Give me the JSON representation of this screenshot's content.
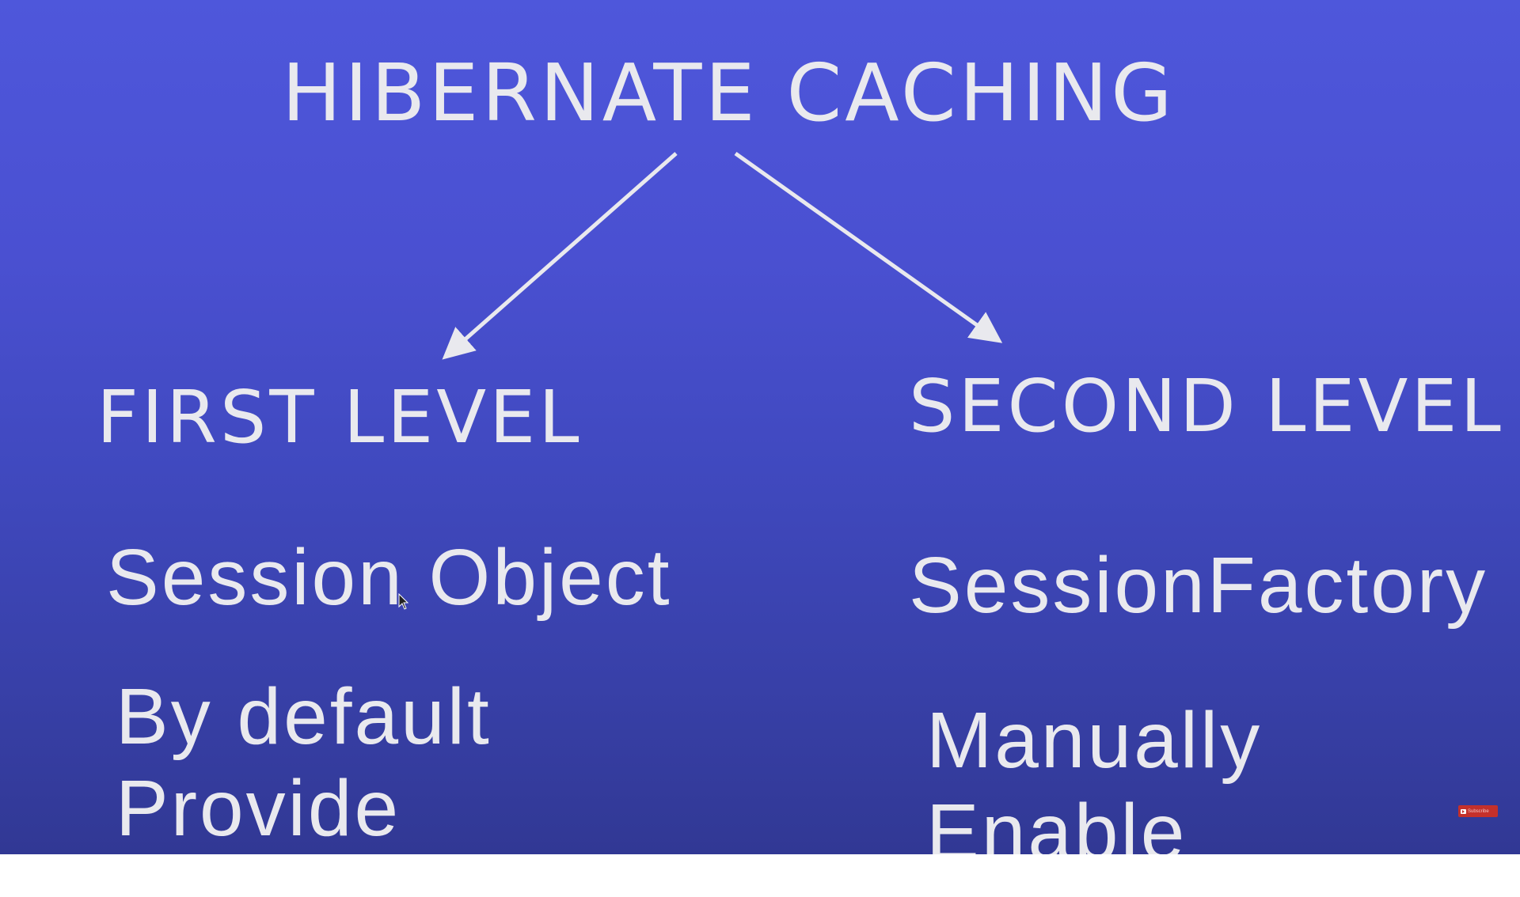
{
  "title": "HIBERNATE CACHING",
  "branches": {
    "first": {
      "heading": "FIRST LEVEL",
      "scope": "Session Object",
      "availability_line1": "By default",
      "availability_line2": "Provide"
    },
    "second": {
      "heading": "SECOND LEVEL",
      "scope": "SessionFactory",
      "availability_line1": "Manually",
      "availability_line2": "Enable"
    }
  },
  "subscribe_badge": {
    "label": "Subscribe",
    "icon": "youtube-play-icon"
  },
  "colors": {
    "background_top": "#4e57db",
    "background_bottom": "#313894",
    "text": "#e9e9ee",
    "badge": "#c4302b"
  }
}
